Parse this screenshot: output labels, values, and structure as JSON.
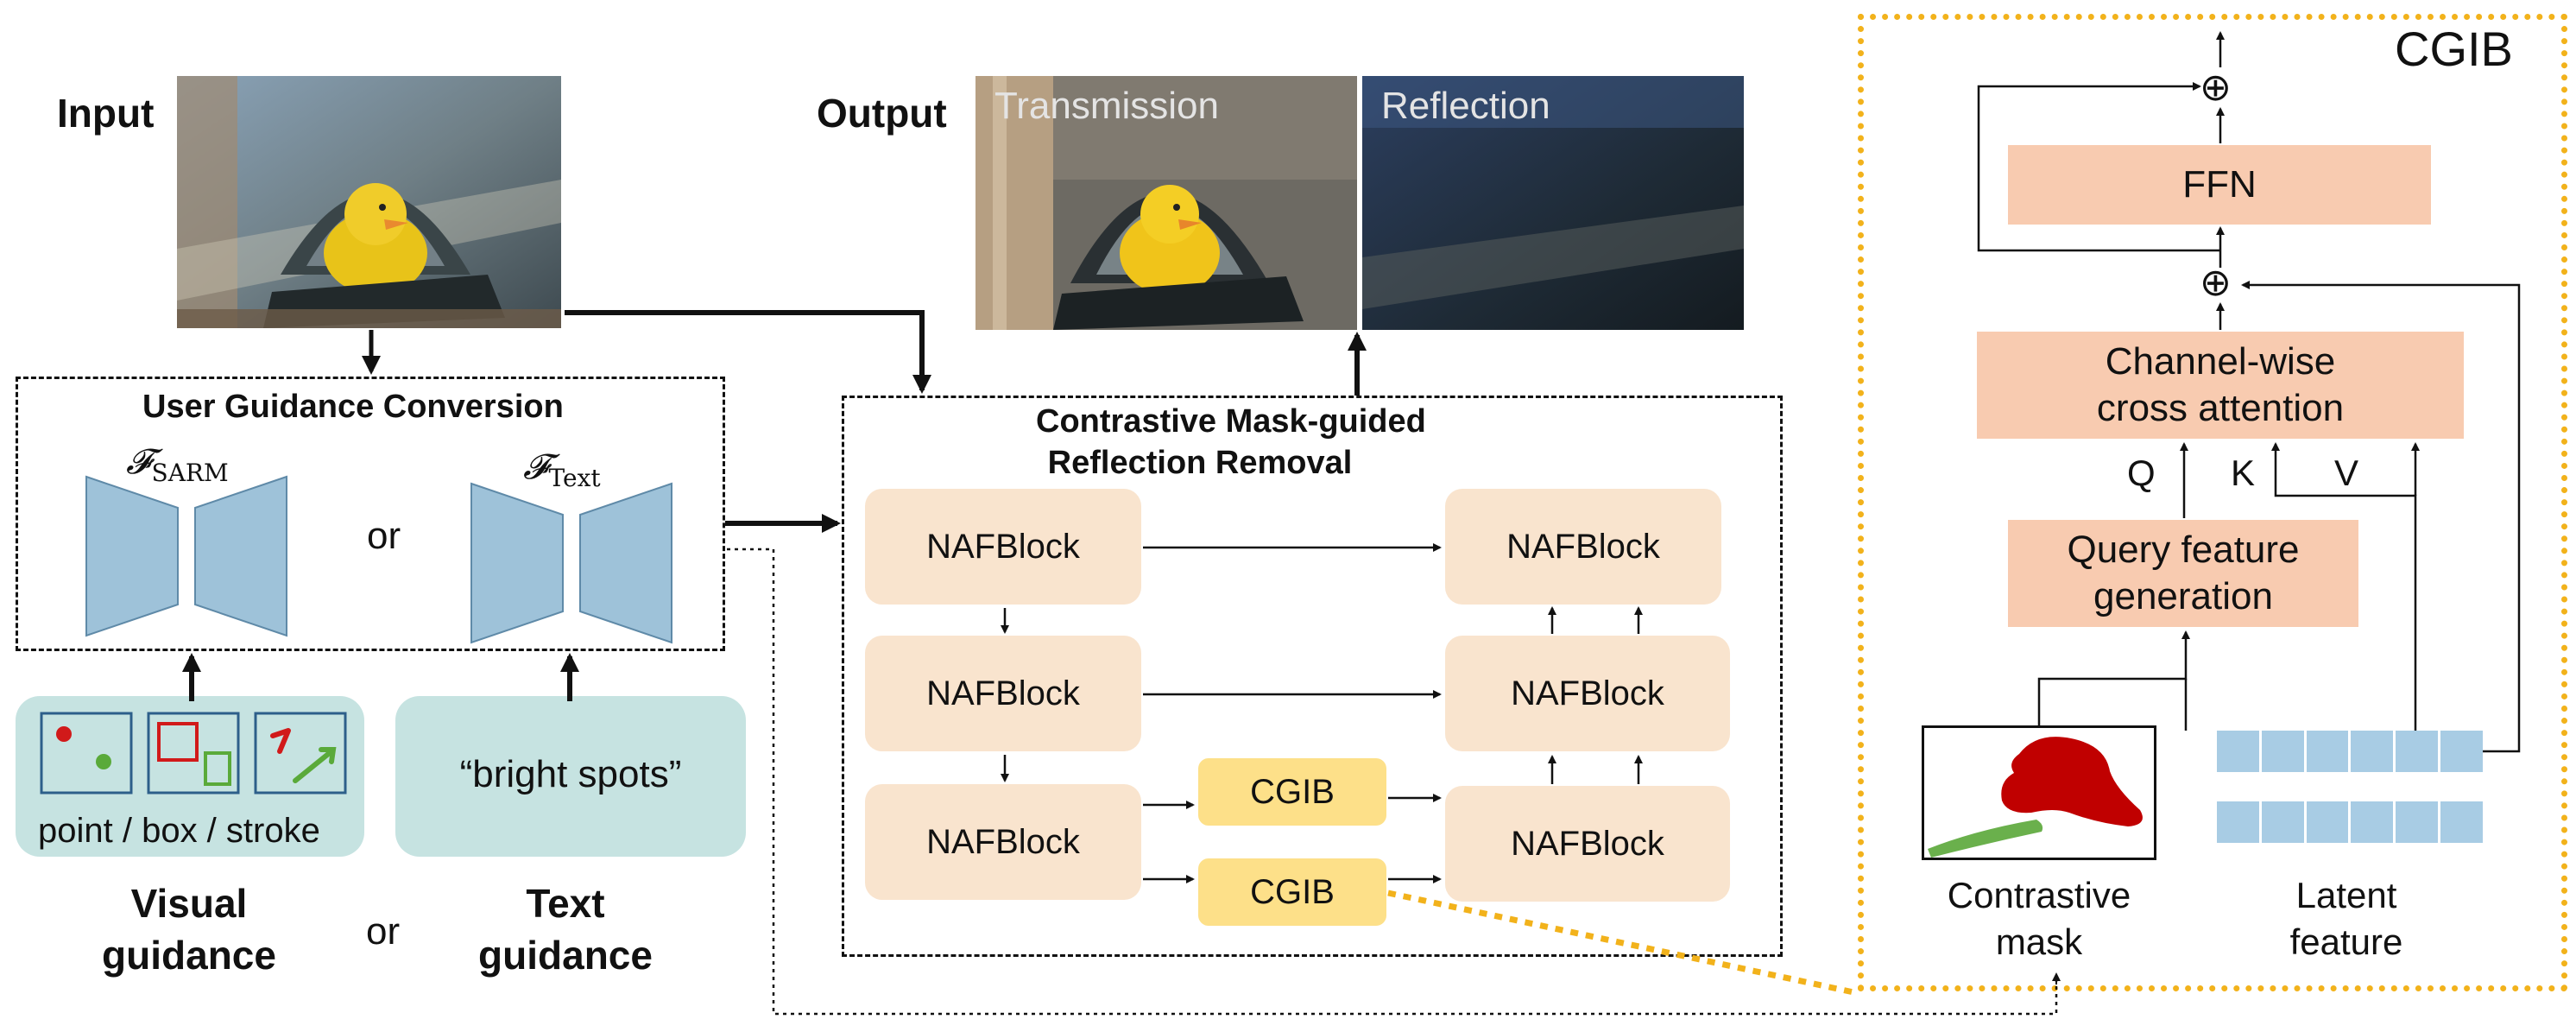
{
  "input": {
    "label": "Input"
  },
  "output": {
    "label": "Output",
    "transmission_label": "Transmission",
    "reflection_label": "Reflection"
  },
  "user_guidance": {
    "title": "User Guidance Conversion",
    "sarm_symbol": "𝓕",
    "sarm_subscript": "SARM",
    "text_symbol": "𝓕",
    "text_subscript": "Text",
    "or_label": "or"
  },
  "visual_guidance": {
    "caption": "point / box / stroke",
    "label_line1": "Visual",
    "label_line2": "guidance"
  },
  "text_guidance": {
    "prompt": "“bright spots”",
    "label_line1": "Text",
    "label_line2": "guidance"
  },
  "guidance_or": "or",
  "cmrr": {
    "title_line1": "Contrastive Mask-guided",
    "title_line2": "Reflection Removal",
    "block_label": "NAFBlock",
    "cgib_label": "CGIB"
  },
  "cgib_detail": {
    "title": "CGIB",
    "ffn": "FFN",
    "cross_attention_line1": "Channel-wise",
    "cross_attention_line2": "cross attention",
    "query_line1": "Query feature",
    "query_line2": "generation",
    "q_label": "Q",
    "k_label": "K",
    "v_label": "V",
    "plus_symbol": "⊕",
    "contrastive_line1": "Contrastive",
    "contrastive_line2": "mask",
    "latent_line1": "Latent",
    "latent_line2": "feature"
  },
  "colors": {
    "block_fill": "#f9e4ce",
    "cgib_fill": "#fde089",
    "attention_fill": "#f8cbb0",
    "encoder_fill": "#9ec2d9",
    "guidance_fill": "#c6e3e1",
    "latent_fill": "#a8cce4",
    "cgib_border": "#f2b21b",
    "mask_red": "#c00000",
    "mask_green": "#6ab04c"
  }
}
